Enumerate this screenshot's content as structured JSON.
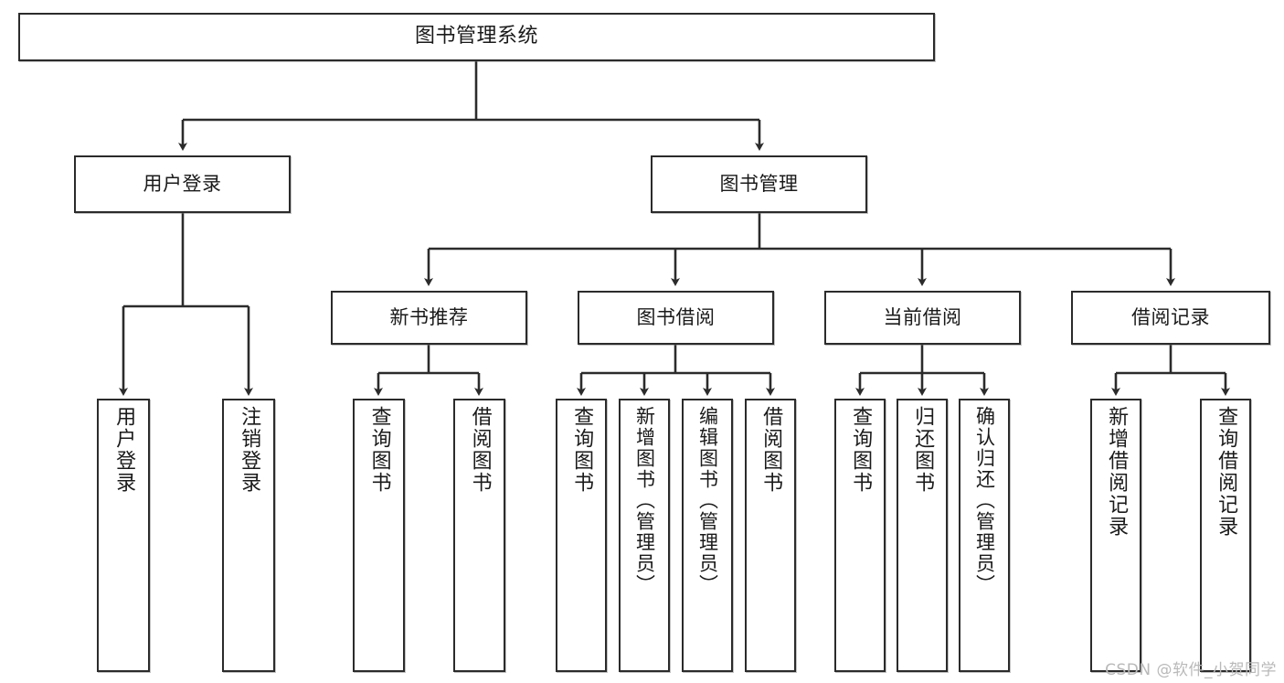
{
  "diagram": {
    "title": "图书管理系统",
    "type": "tree-hierarchy-diagram",
    "watermark": "CSDN @软件_小贺同学",
    "colors": {
      "background": "#ffffff",
      "node_border": "#2b2b2b",
      "node_fill": "#ffffff",
      "edge": "#2b2b2b",
      "text": "#1a1a1a",
      "watermark": "#b9b9b9"
    },
    "nodes": {
      "root": {
        "label": "图书管理系统"
      },
      "level2": [
        {
          "id": "user-login",
          "label": "用户登录"
        },
        {
          "id": "book-management",
          "label": "图书管理"
        }
      ],
      "level3": [
        {
          "id": "new-book-recommend",
          "label": "新书推荐"
        },
        {
          "id": "book-borrow",
          "label": "图书借阅"
        },
        {
          "id": "current-borrow",
          "label": "当前借阅"
        },
        {
          "id": "borrow-record",
          "label": "借阅记录"
        }
      ],
      "leaves": {
        "user_login": [
          {
            "id": "leaf-user-login",
            "label": "用户登录"
          },
          {
            "id": "leaf-logout",
            "label": "注销登录"
          }
        ],
        "new_book_recommend": [
          {
            "id": "leaf-query-book-1",
            "label": "查询图书"
          },
          {
            "id": "leaf-borrow-book-1",
            "label": "借阅图书"
          }
        ],
        "book_borrow": [
          {
            "id": "leaf-query-book-2",
            "label": "查询图书"
          },
          {
            "id": "leaf-add-book",
            "label": "新增图书（管理员）"
          },
          {
            "id": "leaf-edit-book",
            "label": "编辑图书（管理员）"
          },
          {
            "id": "leaf-borrow-book-2",
            "label": "借阅图书"
          }
        ],
        "current_borrow": [
          {
            "id": "leaf-query-book-3",
            "label": "查询图书"
          },
          {
            "id": "leaf-return-book",
            "label": "归还图书"
          },
          {
            "id": "leaf-confirm-return",
            "label": "确认归还（管理员）"
          }
        ],
        "borrow_record": [
          {
            "id": "leaf-add-record",
            "label": "新增借阅记录"
          },
          {
            "id": "leaf-query-record",
            "label": "查询借阅记录"
          }
        ]
      }
    }
  }
}
